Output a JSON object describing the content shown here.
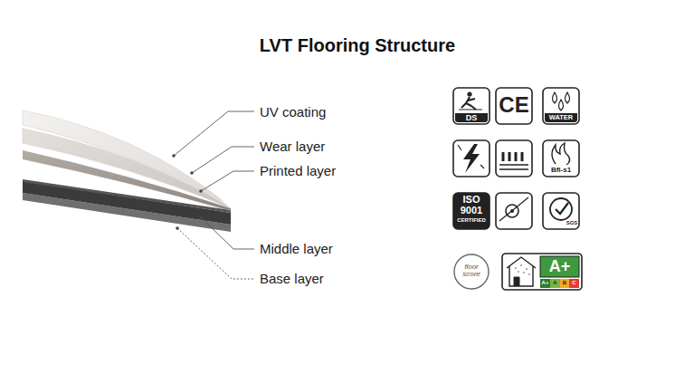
{
  "diagram": {
    "title": "LVT Flooring Structure",
    "labels": [
      "UV coating",
      "Wear layer",
      "Printed layer",
      "Middle layer",
      "Base layer",
      "DS",
      "CE",
      "WATER",
      "Bfl-s1",
      "ISO",
      "9001",
      "CERTIFIED",
      "SGS",
      "floor score",
      "A+",
      "A+",
      "A",
      "B",
      "C"
    ]
  }
}
